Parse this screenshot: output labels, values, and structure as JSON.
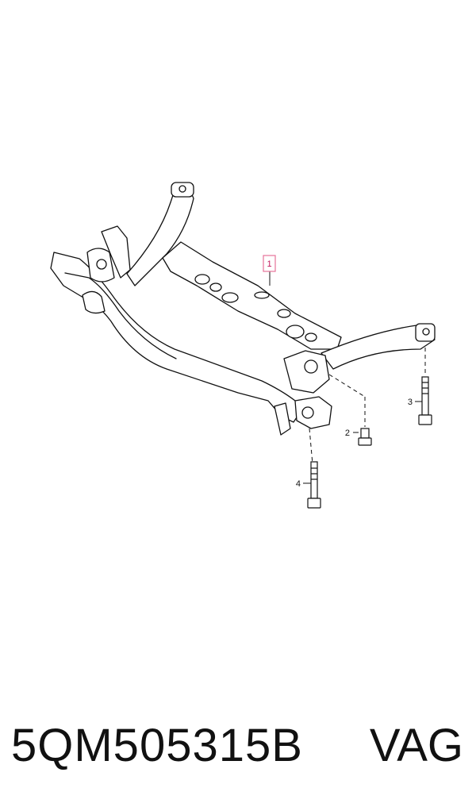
{
  "diagram": {
    "callouts": [
      {
        "id": "callout-1",
        "label": "1",
        "highlighted": true
      },
      {
        "id": "callout-2",
        "label": "2",
        "highlighted": false
      },
      {
        "id": "callout-3",
        "label": "3",
        "highlighted": false
      },
      {
        "id": "callout-4",
        "label": "4",
        "highlighted": false
      }
    ],
    "highlight_color": "#e57399"
  },
  "footer": {
    "part_number": "5QM505315B",
    "brand": "VAG"
  }
}
